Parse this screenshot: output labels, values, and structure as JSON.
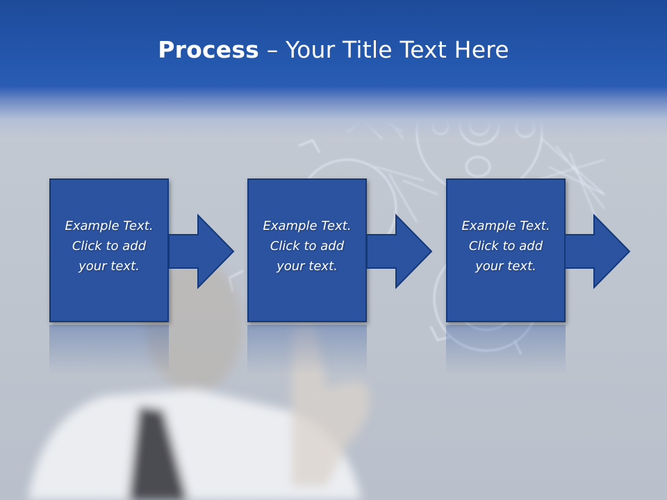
{
  "title": {
    "bold": "Process",
    "rest": " – Your Title Text Here"
  },
  "steps": [
    {
      "text": "Example Text.\nClick  to add\nyour text."
    },
    {
      "text": "Example Text.\nClick  to add\nyour text."
    },
    {
      "text": "Example Text.\nClick  to add\nyour text."
    }
  ],
  "colors": {
    "header": "#2458ae",
    "box_fill": "#2c53a0",
    "box_border": "#143878",
    "arrow_fill": "#2c53a0"
  }
}
